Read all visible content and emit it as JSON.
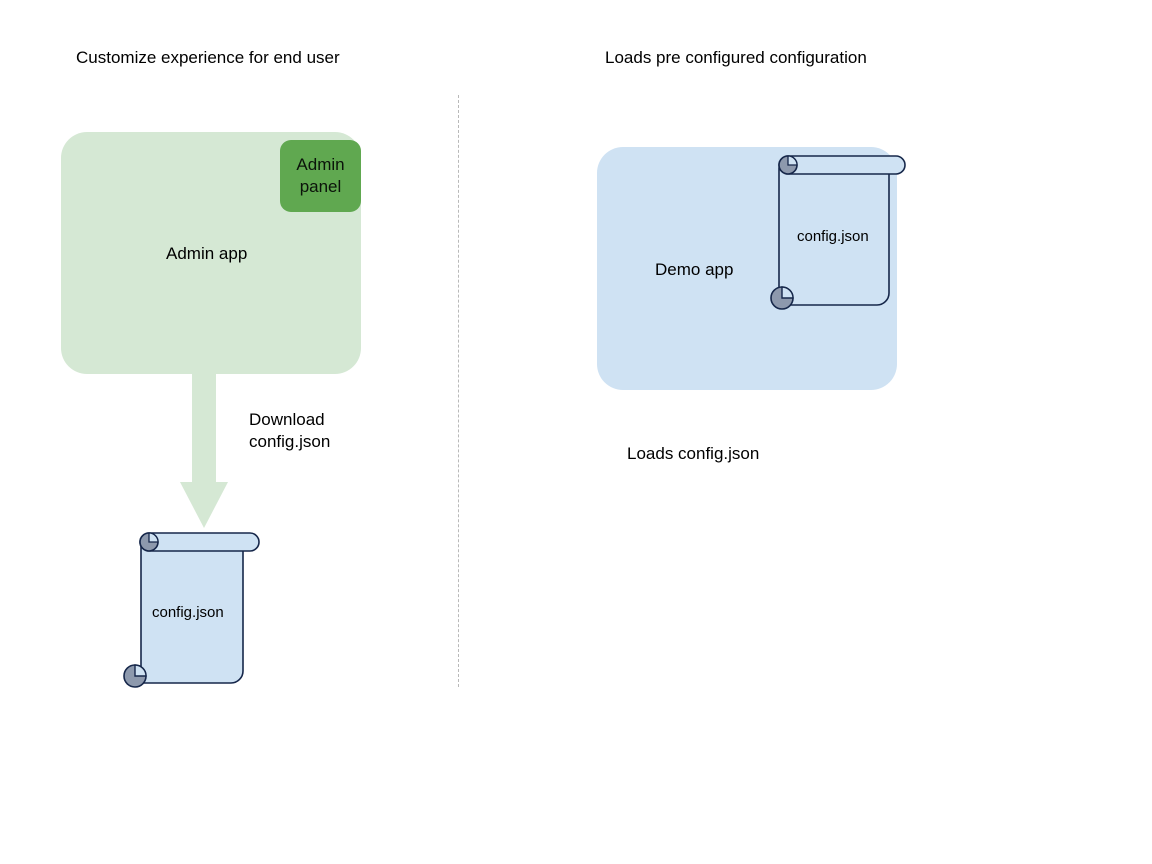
{
  "diagram": {
    "background_color": "#ffffff",
    "divider": {
      "name": "dotted-divider",
      "color": "#b9b9b9",
      "style": "dashed"
    },
    "left_panel": {
      "title": "Customize experience for end user",
      "app_box": {
        "label": "Admin app",
        "fill_color": "#d5e8d4"
      },
      "badge": {
        "label": "Admin panel",
        "line1": "Admin",
        "line2": "panel",
        "fill_color": "#60a850"
      },
      "arrow": {
        "label_line1": "Download",
        "label_line2": "config.json",
        "color": "#d5e8d4",
        "direction": "down"
      },
      "document": {
        "label": "config.json",
        "fill_color": "#cfe2f3",
        "stroke_color": "#16274a",
        "roll_color": "#8d99ad"
      }
    },
    "right_panel": {
      "title": "Loads pre configured configuration",
      "app_box": {
        "label": "Demo app",
        "fill_color": "#cfe2f3"
      },
      "document": {
        "label": "config.json",
        "fill_color": "#cfe2f3",
        "stroke_color": "#16274a",
        "roll_color": "#8d99ad"
      },
      "caption": "Loads config.json"
    }
  }
}
